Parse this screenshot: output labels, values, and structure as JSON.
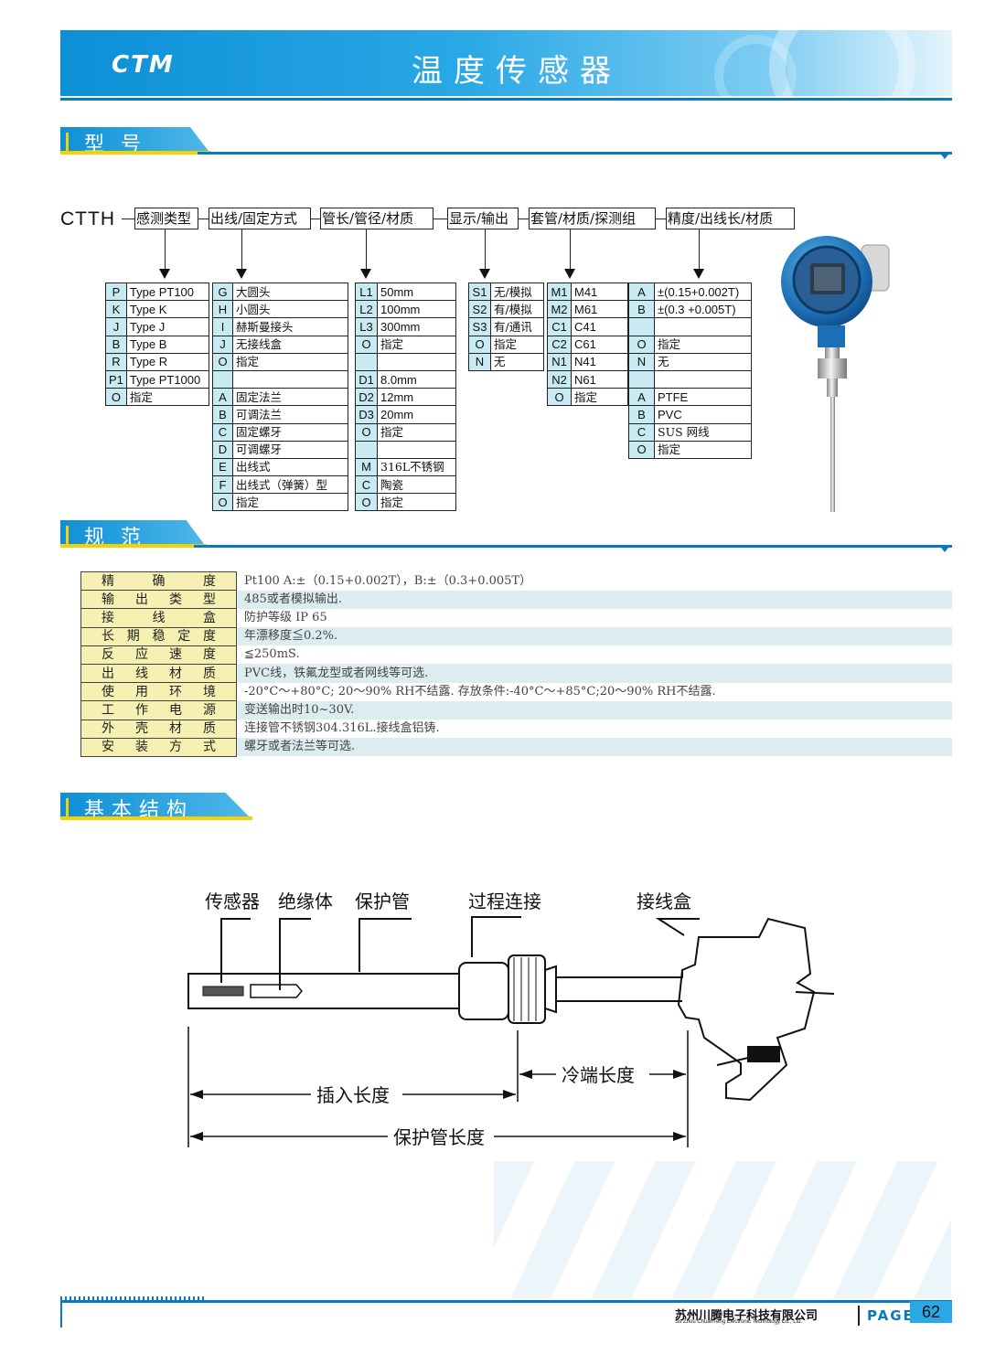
{
  "header": {
    "logo": "CTM",
    "title": "温度传感器"
  },
  "sections": {
    "model": "型号",
    "spec": "规范",
    "structure": "基本结构"
  },
  "model_code": {
    "prefix": "CTTH",
    "fields": [
      "感测类型",
      "出线/固定方式",
      "管长/管径/材质",
      "显示/输出",
      "套管/材质/探测组",
      "精度/出线长/材质"
    ],
    "columns": [
      [
        [
          "P",
          "Type PT100"
        ],
        [
          "K",
          "Type K"
        ],
        [
          "J",
          "Type J"
        ],
        [
          "B",
          "Type B"
        ],
        [
          "R",
          "Type R"
        ],
        [
          "P1",
          "Type PT1000"
        ],
        [
          "O",
          "指定"
        ]
      ],
      [
        [
          "G",
          "大圆头"
        ],
        [
          "H",
          "小圆头"
        ],
        [
          "I",
          "赫斯曼接头"
        ],
        [
          "J",
          "无接线盒"
        ],
        [
          "O",
          "指定"
        ],
        [
          "",
          ""
        ],
        [
          "A",
          "固定法兰"
        ],
        [
          "B",
          "可调法兰"
        ],
        [
          "C",
          "固定螺牙"
        ],
        [
          "D",
          "可调螺牙"
        ],
        [
          "E",
          "出线式"
        ],
        [
          "F",
          "出线式（弹簧）型"
        ],
        [
          "O",
          "指定"
        ]
      ],
      [
        [
          "L1",
          "50mm"
        ],
        [
          "L2",
          "100mm"
        ],
        [
          "L3",
          "300mm"
        ],
        [
          "O",
          "指定"
        ],
        [
          "",
          ""
        ],
        [
          "D1",
          "8.0mm"
        ],
        [
          "D2",
          "12mm"
        ],
        [
          "D3",
          "20mm"
        ],
        [
          "O",
          "指定"
        ],
        [
          "",
          ""
        ],
        [
          "M",
          "316L不锈钢"
        ],
        [
          "C",
          "陶瓷"
        ],
        [
          "O",
          "指定"
        ]
      ],
      [
        [
          "S1",
          "无/模拟"
        ],
        [
          "S2",
          "有/模拟"
        ],
        [
          "S3",
          "有/通讯"
        ],
        [
          "O",
          "指定"
        ],
        [
          "N",
          "无"
        ]
      ],
      [
        [
          "M1",
          "M41"
        ],
        [
          "M2",
          "M61"
        ],
        [
          "C1",
          "C41"
        ],
        [
          "C2",
          "C61"
        ],
        [
          "N1",
          "N41"
        ],
        [
          "N2",
          "N61"
        ],
        [
          "O",
          "指定"
        ]
      ],
      [
        [
          "A",
          "±(0.15+0.002T)"
        ],
        [
          "B",
          "±(0.3 +0.005T)"
        ],
        [
          "",
          ""
        ],
        [
          "O",
          "指定"
        ],
        [
          "N",
          "无"
        ],
        [
          "",
          ""
        ],
        [
          "A",
          "PTFE"
        ],
        [
          "B",
          "PVC"
        ],
        [
          "C",
          "SUS 网线"
        ],
        [
          "O",
          "指定"
        ]
      ]
    ]
  },
  "spec": [
    [
      "精确度",
      "Pt100 A:±（0.15+0.002T），B:±（0.3+0.005T）"
    ],
    [
      "输出类型",
      "485或者模拟输出."
    ],
    [
      "接线盒",
      "防护等级 IP 65"
    ],
    [
      "长期稳定度",
      "年漂移度≦0.2%."
    ],
    [
      "反应速度",
      "≦250mS."
    ],
    [
      "出线材质",
      "PVC线，铁氟龙型或者网线等可选."
    ],
    [
      "使用环境",
      "-20°C～+80°C; 20～90% RH不结露. 存放条件:-40°C～+85°C;20～90% RH不结露."
    ],
    [
      "工作电源",
      "变送输出时10~30V."
    ],
    [
      "外壳材质",
      "连接管不锈钢304.316L.接线盒铝铸."
    ],
    [
      "安装方式",
      "螺牙或者法兰等可选."
    ]
  ],
  "structure": {
    "labels": [
      "传感器",
      "绝缘体",
      "保护管",
      "过程连接",
      "接线盒"
    ],
    "dims": [
      "冷端长度",
      "插入长度",
      "保护管长度"
    ]
  },
  "footer": {
    "company": "苏州川腾电子科技有限公司",
    "company_en": "Su Zhou ChuanTeng Electronic Technology Co., Ltd.",
    "page_label": "PAGE",
    "page_number": "62"
  },
  "colors": {
    "brand_blue": "#0a79c0",
    "key_cell": "#c7eaf3",
    "spec_label": "#f6f0b2",
    "accent_yellow": "#f6d000"
  }
}
